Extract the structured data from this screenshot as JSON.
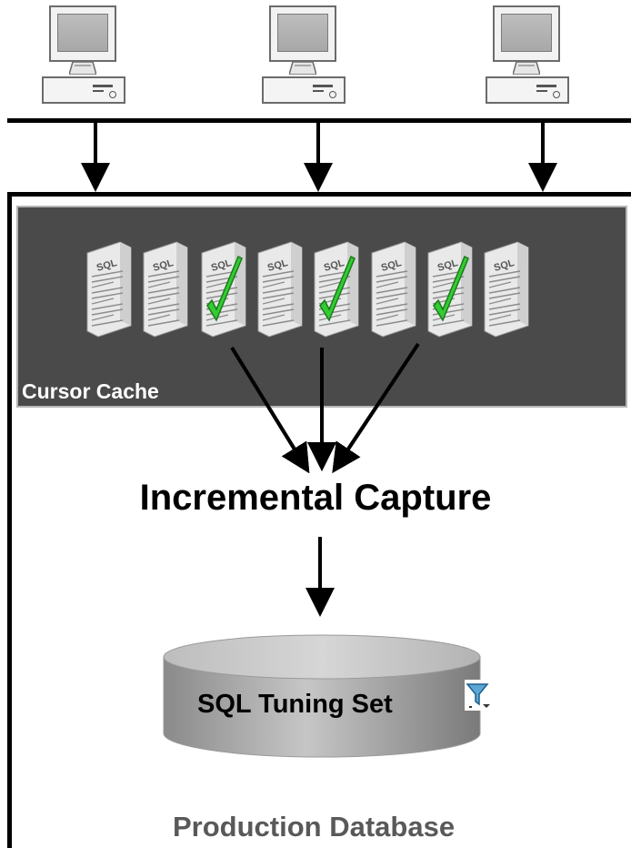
{
  "cursor_cache": {
    "label": "Cursor Cache"
  },
  "incremental_capture": {
    "label": "Incremental Capture"
  },
  "sql_tuning_set": {
    "label": "SQL Tuning Set"
  },
  "production_database": {
    "label": "Production Database"
  },
  "sql_statements": [
    {
      "text": "SQL",
      "captured": false
    },
    {
      "text": "SQL",
      "captured": false
    },
    {
      "text": "SQL",
      "captured": true
    },
    {
      "text": "SQL",
      "captured": false
    },
    {
      "text": "SQL",
      "captured": true
    },
    {
      "text": "SQL",
      "captured": false
    },
    {
      "text": "SQL",
      "captured": true
    },
    {
      "text": "SQL",
      "captured": false
    }
  ],
  "colors": {
    "panel": "#4a4a4a",
    "checkmark": "#33cc33",
    "label_gray": "#595959"
  },
  "icons": [
    "computer-icon",
    "sql-document-icon",
    "checkmark-icon",
    "database-cylinder-icon",
    "filter-icon"
  ]
}
